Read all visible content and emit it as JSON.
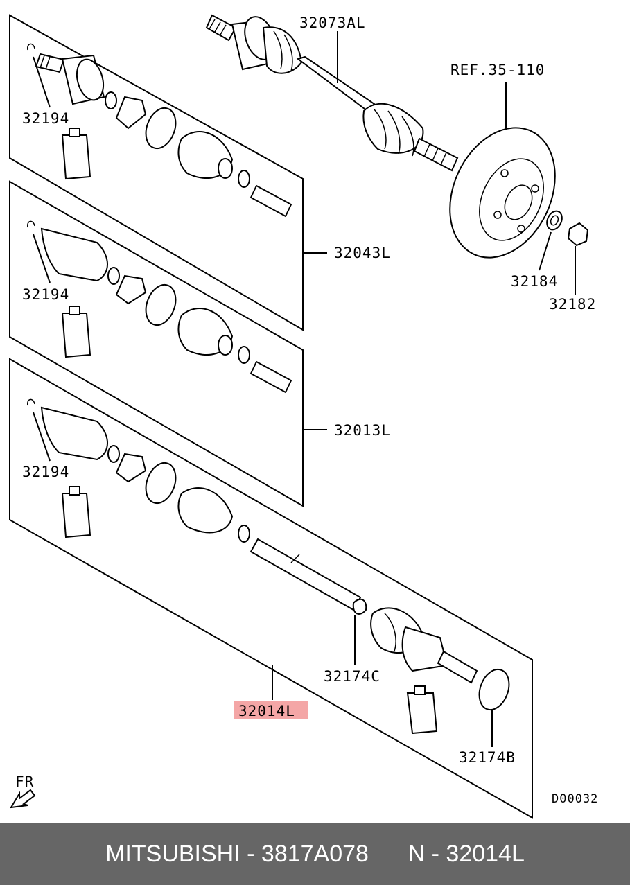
{
  "labels": {
    "shaft_top": "32073AL",
    "ref": "REF.35-110",
    "washer": "32184",
    "nut": "32182",
    "kit_1": "32043L",
    "kit_2": "32013L",
    "clip_1": "32194",
    "clip_2": "32194",
    "clip_3": "32194",
    "band_c": "32174C",
    "band_b": "32174B",
    "assembly": "32014L",
    "diagram_code": "D00032",
    "direction": "FR"
  },
  "highlight_color": "#f4a6a6",
  "footer": {
    "brand": "MITSUBISHI",
    "sep1": " - ",
    "part_number": "3817A078",
    "gap": "      ",
    "ref_prefix": "N",
    "sep2": " - ",
    "ref_number": "32014L"
  },
  "footer_bg": "#666666"
}
